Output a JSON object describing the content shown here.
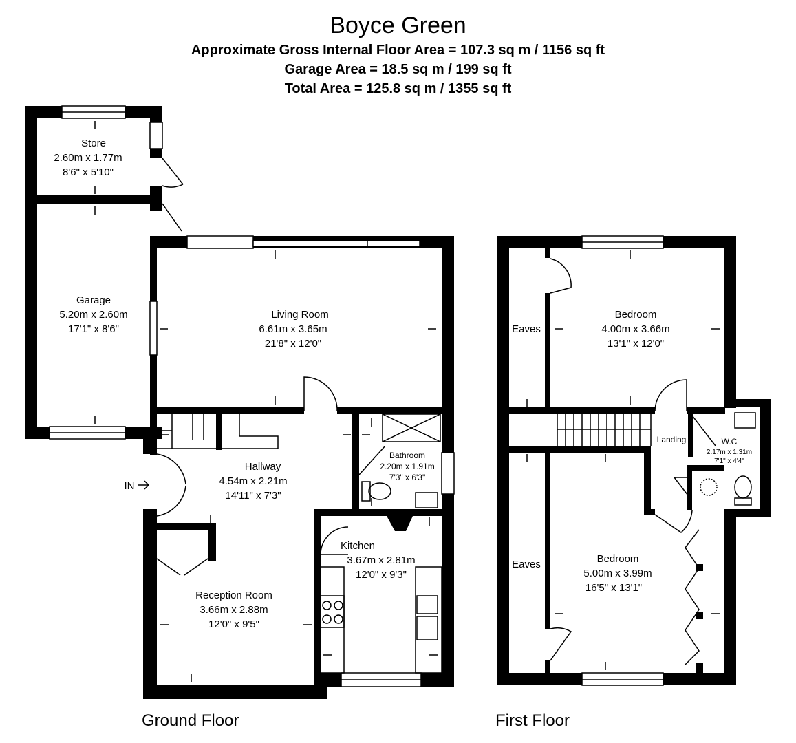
{
  "header": {
    "title": "Boyce Green",
    "area_line_1": "Approximate Gross Internal Floor Area  = 107.3 sq m  / 1156 sq ft",
    "area_line_2": "Garage Area  = 18.5 sq m  / 199 sq ft",
    "area_line_3": "Total Area  = 125.8 sq m  / 1355 sq ft"
  },
  "floors": {
    "ground": "Ground Floor",
    "first": "First Floor"
  },
  "entrance_label": "IN",
  "rooms": {
    "store": {
      "name": "Store",
      "metric": "2.60m x 1.77m",
      "imperial": "8'6\" x 5'10\""
    },
    "garage": {
      "name": "Garage",
      "metric": "5.20m x 2.60m",
      "imperial": "17'1\" x 8'6\""
    },
    "living_room": {
      "name": "Living Room",
      "metric": "6.61m x 3.65m",
      "imperial": "21'8\" x 12'0\""
    },
    "hallway": {
      "name": "Hallway",
      "metric": "4.54m x 2.21m",
      "imperial": "14'11\" x 7'3\""
    },
    "bathroom": {
      "name": "Bathroom",
      "metric": "2.20m x 1.91m",
      "imperial": "7'3\" x 6'3\""
    },
    "kitchen": {
      "name": "Kitchen",
      "metric": "3.67m x 2.81m",
      "imperial": "12'0\" x 9'3\""
    },
    "reception_room": {
      "name": "Reception Room",
      "metric": "3.66m x 2.88m",
      "imperial": "12'0\" x 9'5\""
    },
    "bedroom_1": {
      "name": "Bedroom",
      "metric": "4.00m x 3.66m",
      "imperial": "13'1\" x 12'0\""
    },
    "bedroom_2": {
      "name": "Bedroom",
      "metric": "5.00m x 3.99m",
      "imperial": "16'5\" x 13'1\""
    },
    "wc": {
      "name": "W.C",
      "metric": "2.17m x 1.31m",
      "imperial": "7'1\" x 4'4\""
    },
    "landing": {
      "name": "Landing"
    },
    "eaves_upper": {
      "name": "Eaves"
    },
    "eaves_lower": {
      "name": "Eaves"
    }
  }
}
